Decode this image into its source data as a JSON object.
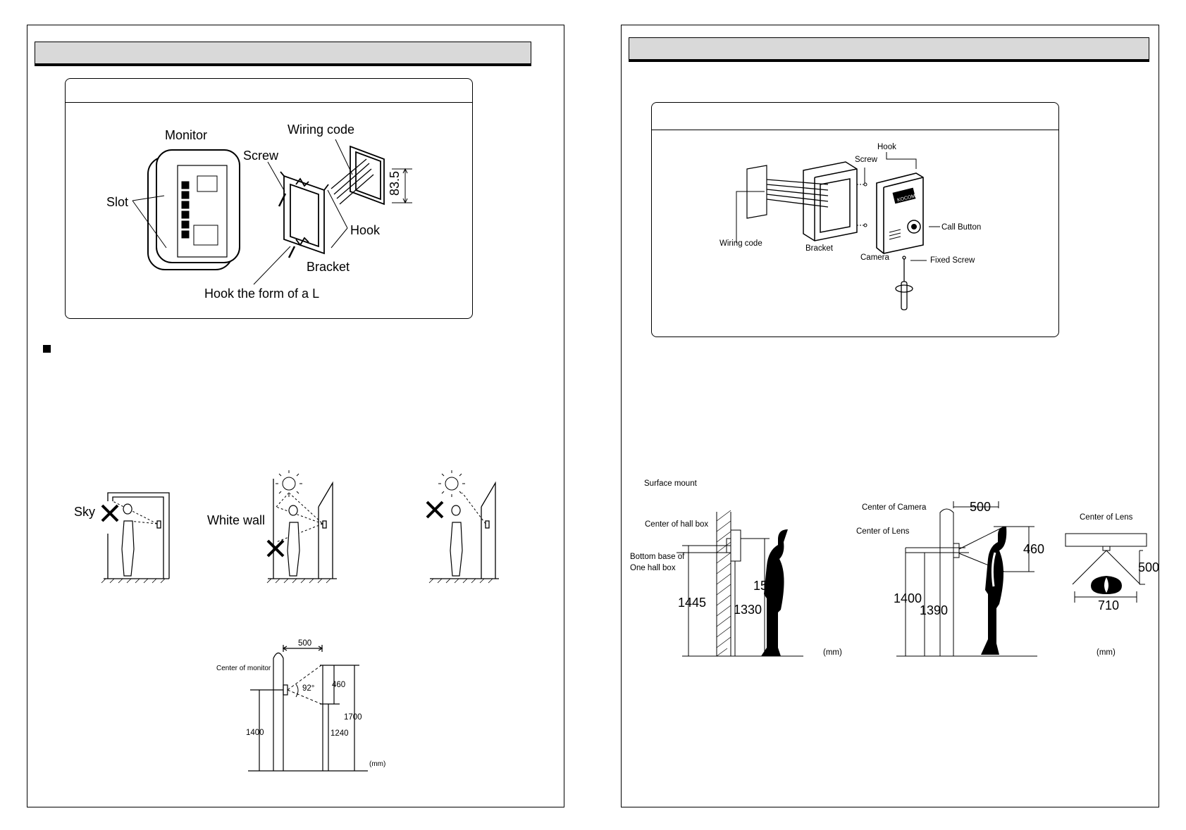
{
  "left_page": {
    "monitor_install": {
      "monitor": "Monitor",
      "wiring_code": "Wiring code",
      "screw": "Screw",
      "slot": "Slot",
      "dim": "83.5",
      "hook": "Hook",
      "bracket": "Bracket",
      "hook_l": "Hook the form of a L"
    },
    "placement": {
      "sky": "Sky",
      "white_wall": "White wall"
    },
    "height": {
      "center_monitor": "Center of monitor",
      "d500": "500",
      "d460": "460",
      "d1700": "1700",
      "d1400": "1400",
      "d1240": "1240",
      "angle": "92°",
      "unit": "(mm)"
    }
  },
  "right_page": {
    "camera_install": {
      "hook": "Hook",
      "screw": "Screw",
      "wiring_code": "Wiring code",
      "bracket": "Bracket",
      "camera": "Camera",
      "call_button": "Call Button",
      "fixed_screw": "Fixed Screw",
      "logo": "KOCOM"
    },
    "surface": {
      "title": "Surface mount",
      "center_hall_box": "Center of hall box",
      "bottom_base_1": "Bottom base of",
      "bottom_base_2": "One hall box",
      "d1445": "1445",
      "d1330": "1330",
      "d1500": "1500",
      "unit": "(mm)"
    },
    "pole": {
      "center_camera": "Center of Camera",
      "center_lens": "Center of Lens",
      "d500": "500",
      "d460": "460",
      "d1400": "1400",
      "d1390": "1390"
    },
    "lens": {
      "center_lens": "Center of Lens",
      "d500": "500",
      "d710": "710",
      "unit": "(mm)"
    }
  }
}
